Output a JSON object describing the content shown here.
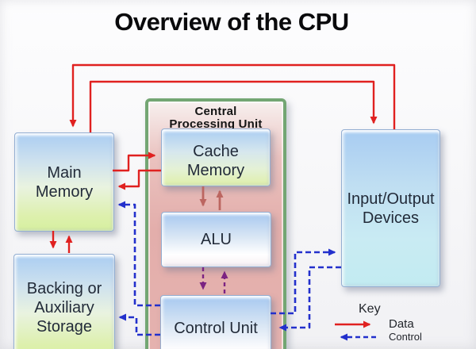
{
  "title": "Overview of the CPU",
  "cpu": {
    "label": "Central\nProcessing Unit"
  },
  "nodes": {
    "main_memory": "Main\nMemory",
    "backing_storage": "Backing or\nAuxiliary\nStorage",
    "cache_memory": "Cache\nMemory",
    "alu": "ALU",
    "control_unit": "Control Unit",
    "io_devices": "Input/Output\nDevices"
  },
  "key": {
    "title": "Key",
    "data_label": "Data",
    "control_label": "Control"
  },
  "colors": {
    "data_arrow": "#e02120",
    "control_arrow": "#2330cc",
    "internal_data_arrow": "#bc6661",
    "internal_control_arrow": "#7c2382",
    "cpu_border": "#73a673",
    "cpu_fill": "#e3aeab"
  },
  "connections": [
    {
      "from": "Input/Output Devices",
      "to": "Main Memory",
      "type": "data"
    },
    {
      "from": "Main Memory",
      "to": "Input/Output Devices",
      "type": "data"
    },
    {
      "from": "Main Memory",
      "to": "Cache Memory",
      "type": "data"
    },
    {
      "from": "Cache Memory",
      "to": "Main Memory",
      "type": "data"
    },
    {
      "from": "Main Memory",
      "to": "Backing or Auxiliary Storage",
      "type": "data"
    },
    {
      "from": "Backing or Auxiliary Storage",
      "to": "Main Memory",
      "type": "data"
    },
    {
      "from": "Cache Memory",
      "to": "ALU",
      "type": "data"
    },
    {
      "from": "ALU",
      "to": "Cache Memory",
      "type": "data"
    },
    {
      "from": "ALU",
      "to": "Control Unit",
      "type": "control"
    },
    {
      "from": "Control Unit",
      "to": "ALU",
      "type": "control"
    },
    {
      "from": "Control Unit",
      "to": "Main Memory",
      "type": "control"
    },
    {
      "from": "Control Unit",
      "to": "Backing or Auxiliary Storage",
      "type": "control"
    },
    {
      "from": "Control Unit",
      "to": "Input/Output Devices",
      "type": "control"
    },
    {
      "from": "Input/Output Devices",
      "to": "Control Unit",
      "type": "control"
    }
  ]
}
